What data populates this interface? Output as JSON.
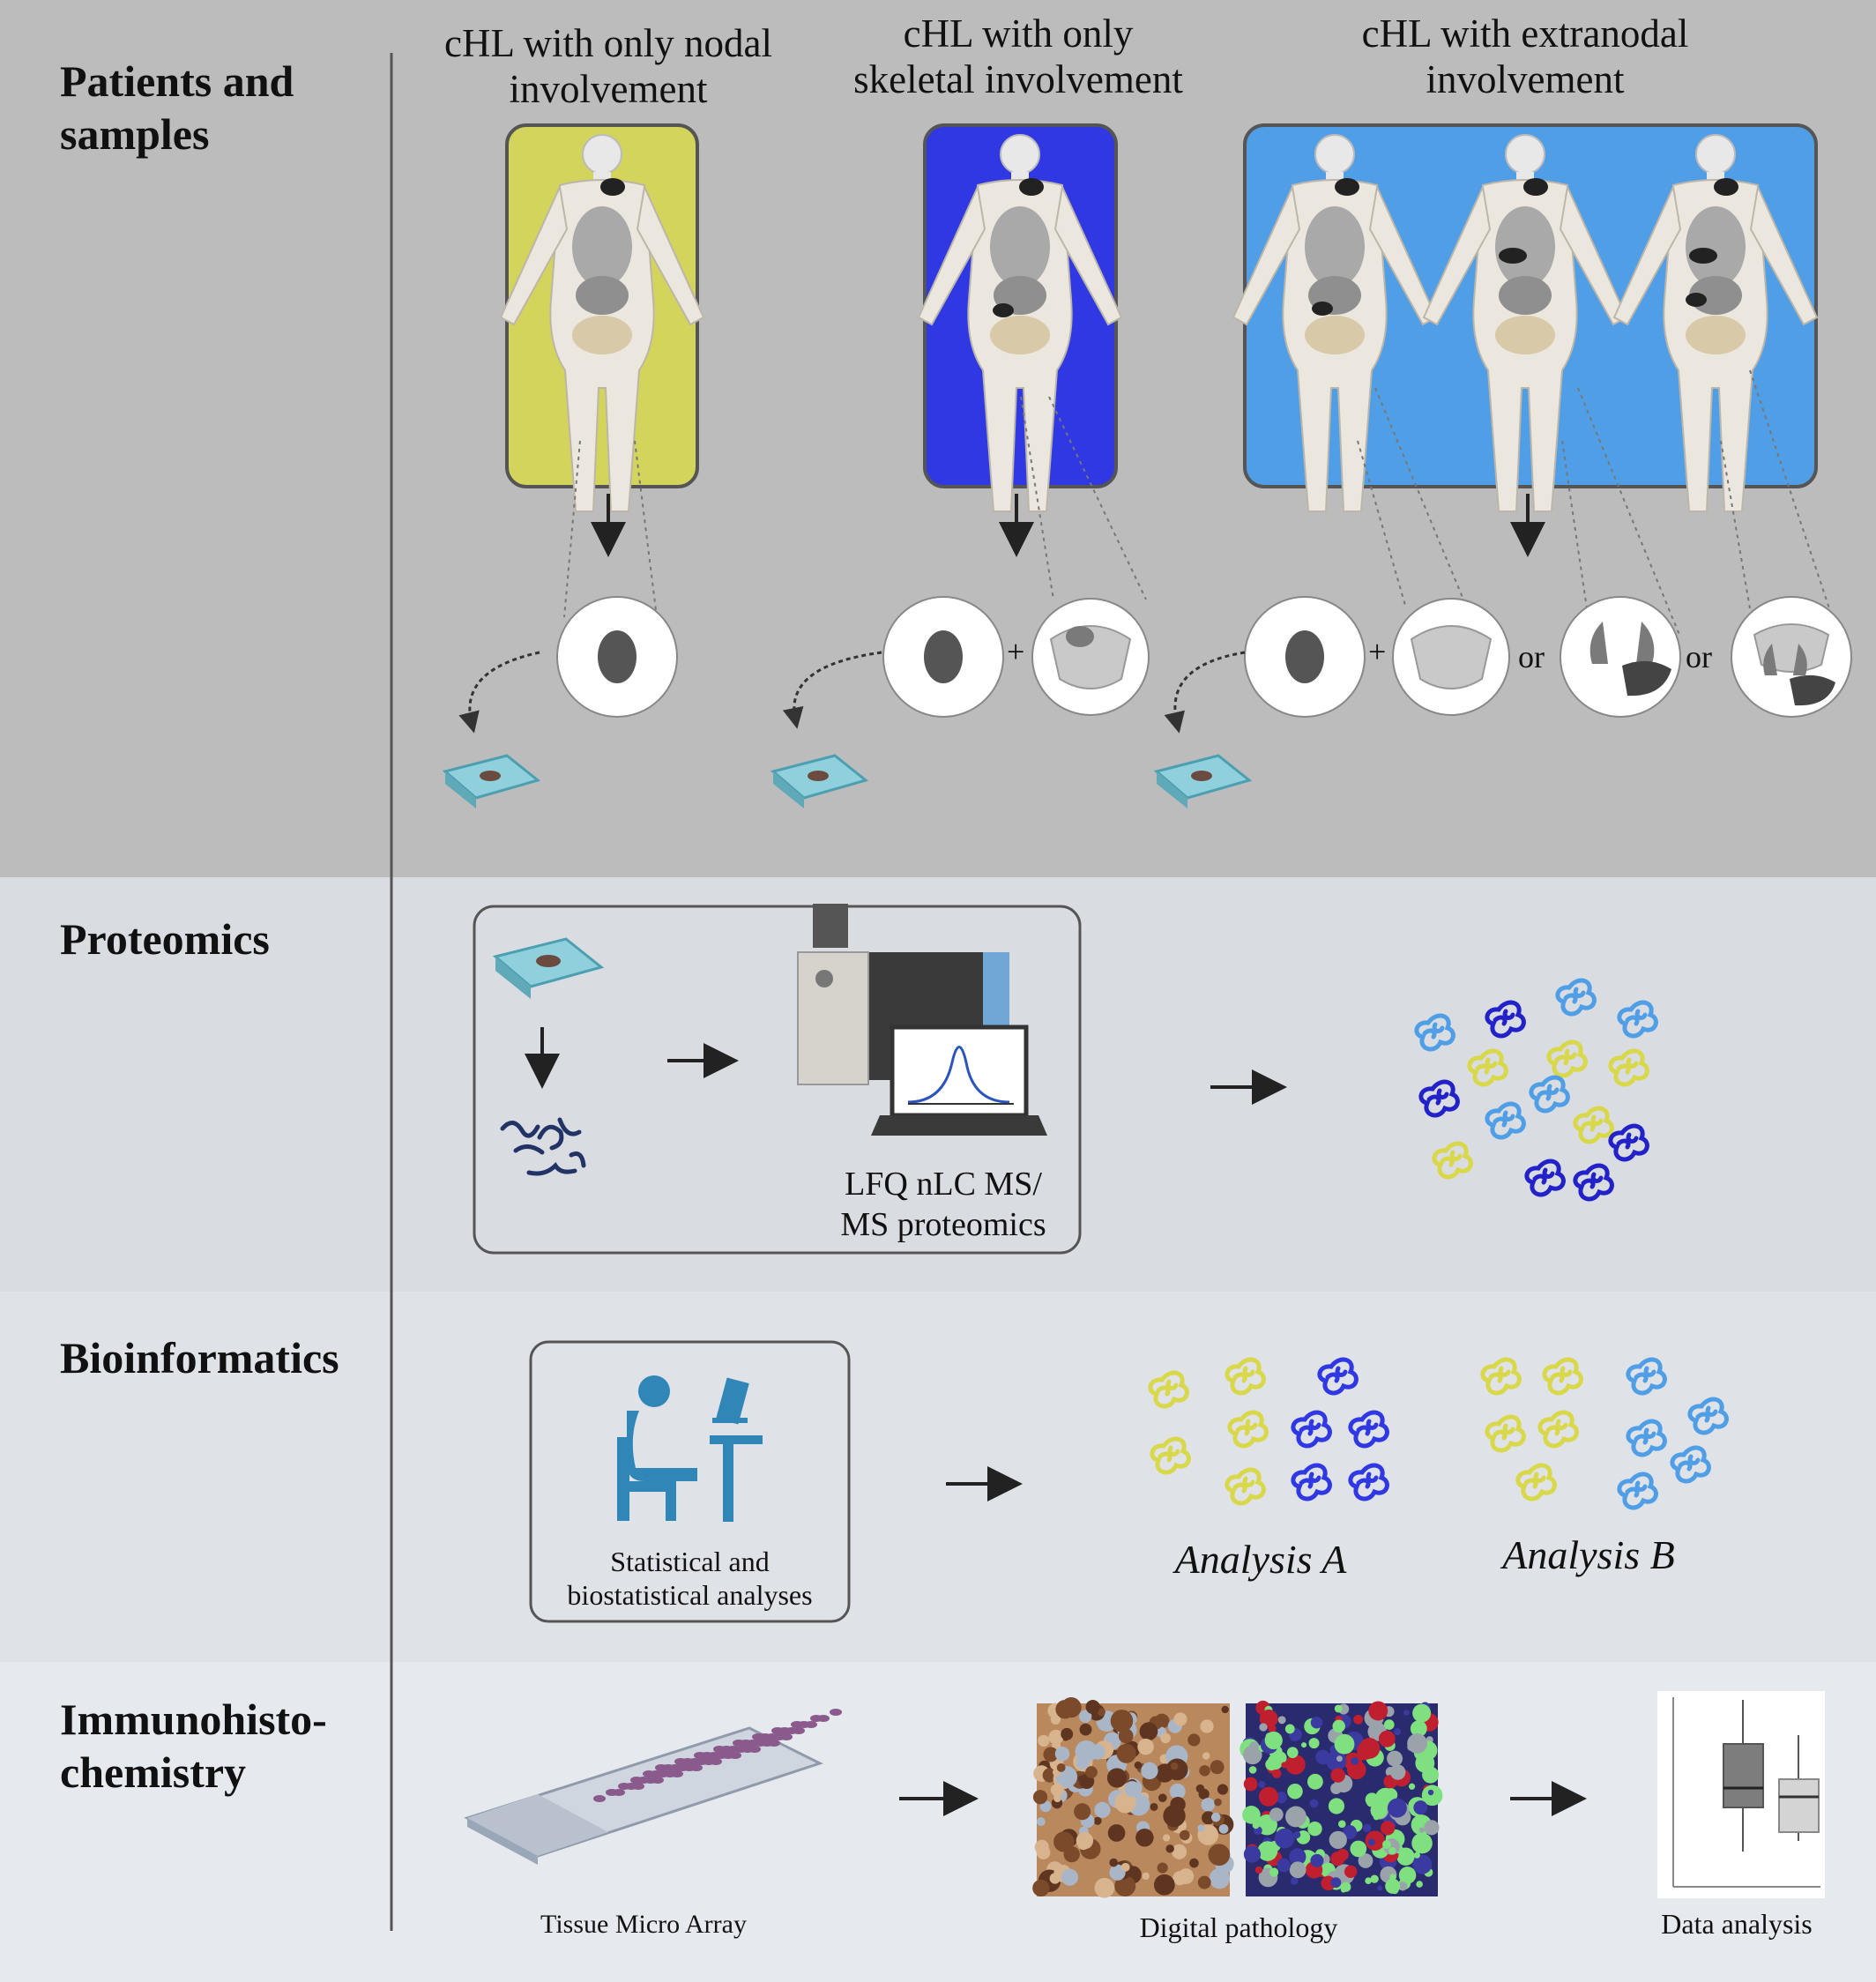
{
  "sections": {
    "patients": {
      "title": "Patients and\nsamples"
    },
    "proteomics": {
      "title": "Proteomics"
    },
    "bioinformatics": {
      "title": "Bioinformatics"
    },
    "ihc": {
      "title": "Immunohisto-\nchemistry"
    }
  },
  "groups": [
    {
      "label": "cHL with only nodal\ninvolvement",
      "color": "#d2d45c"
    },
    {
      "label": "cHL with only\nskeletal involvement",
      "color": "#3038e4"
    },
    {
      "label": "cHL with extranodal\ninvolvement",
      "color": "#4f9ee6"
    }
  ],
  "connectors": {
    "plus": "+",
    "or": "or"
  },
  "proteomics": {
    "method_label": "LFQ nLC MS/\nMS proteomics"
  },
  "bioinformatics": {
    "box_label": "Statistical and\nbiostatistical analyses",
    "analysis_a": "Analysis A",
    "analysis_b": "Analysis B"
  },
  "ihc": {
    "tma_label": "Tissue Micro Array",
    "pathology_label": "Digital pathology",
    "data_label": "Data analysis"
  },
  "colors": {
    "band_top": "#bcbcbc",
    "band_mid": "#d9dde2",
    "band_low": "#dfe3e8",
    "band_bottom": "#e6eaef",
    "protein_yellow": "#d8d84a",
    "protein_dark": "#2222c8",
    "protein_light": "#4f9ee6"
  }
}
